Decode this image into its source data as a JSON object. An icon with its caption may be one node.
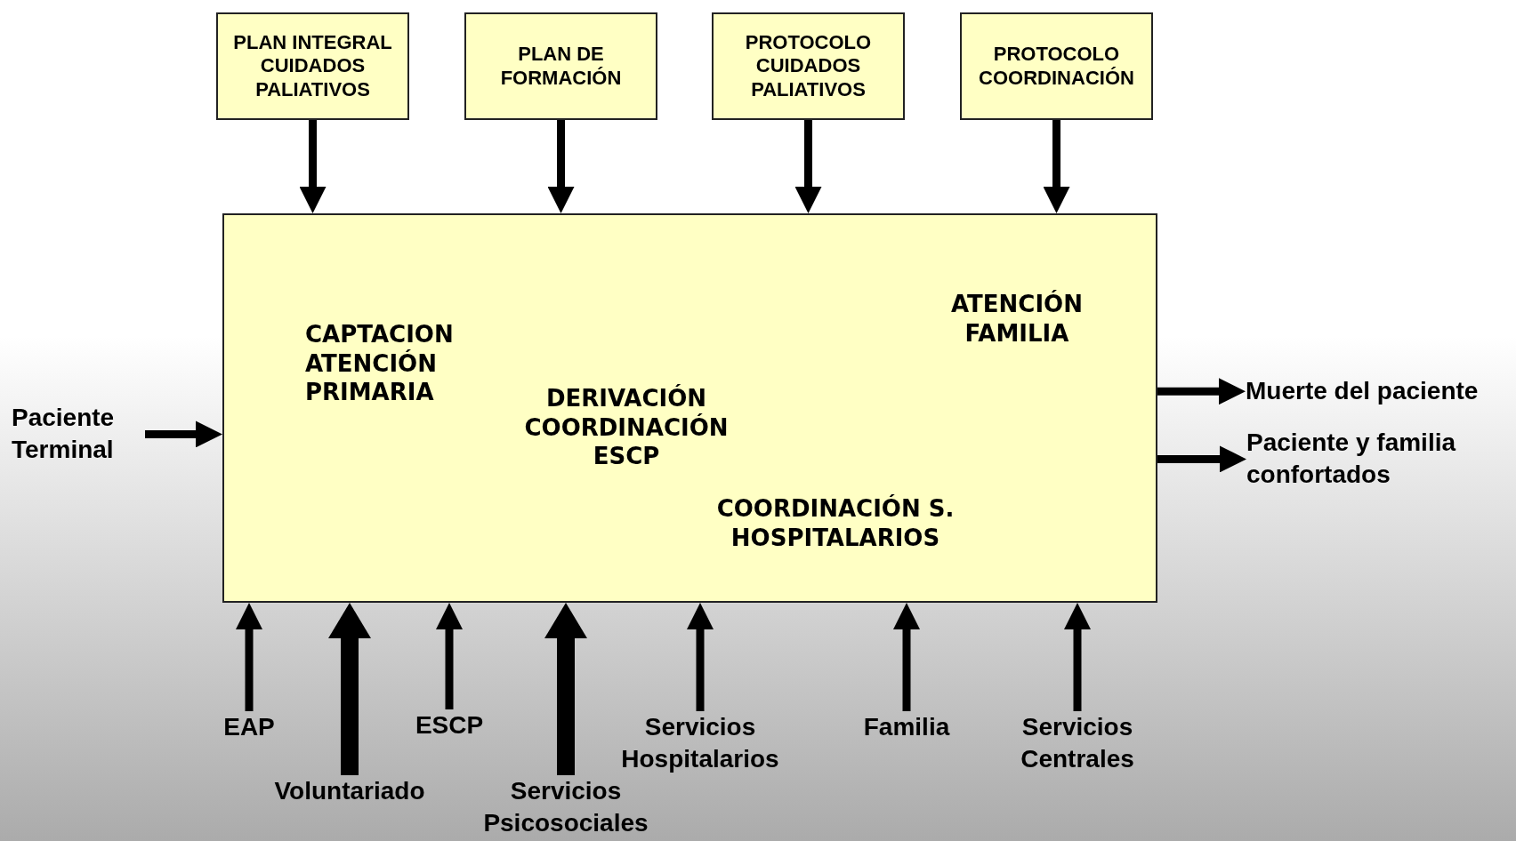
{
  "diagram": {
    "nodes": [
      {
        "text": [
          "PLAN INTEGRAL CUIDADOS PALIATIVOS"
        ]
      },
      {
        "text": [
          "PLAN DE FORMACIÓN"
        ]
      },
      {
        "text": [
          "PROTOCOLO CUIDADOS PALIATIVOS"
        ]
      },
      {
        "text": [
          "PROTOCOLO COORDINACIÓN"
        ]
      },
      {
        "text": [
          "CAPTACION ATENCIÓN PRIMARIA",
          "ATENCIÓN FAMILIA",
          "DERIVACIÓN COORDINACIÓN ESCP",
          "COORDINACIÓN S. HOSPITALARIOS"
        ]
      },
      {
        "text": [
          "Paciente Terminal"
        ]
      },
      {
        "text": [
          "Muerte del paciente"
        ]
      },
      {
        "text": [
          "Paciente y familia confortados"
        ]
      },
      {
        "text": [
          "EAP"
        ]
      },
      {
        "text": [
          "Voluntariado"
        ]
      },
      {
        "text": [
          "ESCP"
        ]
      },
      {
        "text": [
          "Servicios Psicosociales"
        ]
      },
      {
        "text": [
          "Servicios Hospitalarios"
        ]
      },
      {
        "text": [
          "Familia"
        ]
      },
      {
        "text": [
          "Servicios Centrales"
        ]
      }
    ],
    "edges": [
      {
        "from": 0,
        "to": 4,
        "arrow": "to"
      },
      {
        "from": 1,
        "to": 4,
        "arrow": "to"
      },
      {
        "from": 2,
        "to": 4,
        "arrow": "to"
      },
      {
        "from": 3,
        "to": 4,
        "arrow": "to"
      },
      {
        "from": 5,
        "to": 4,
        "arrow": "to"
      },
      {
        "from": 4,
        "to": 6,
        "arrow": "to"
      },
      {
        "from": 4,
        "to": 7,
        "arrow": "to"
      },
      {
        "from": 8,
        "to": 4,
        "arrow": "to"
      },
      {
        "from": 9,
        "to": 4,
        "arrow": "to",
        "style": "thick"
      },
      {
        "from": 10,
        "to": 4,
        "arrow": "to"
      },
      {
        "from": 11,
        "to": 4,
        "arrow": "to",
        "style": "thick"
      },
      {
        "from": 12,
        "to": 4,
        "arrow": "to"
      },
      {
        "from": 13,
        "to": 4,
        "arrow": "to"
      },
      {
        "from": 14,
        "to": 4,
        "arrow": "to"
      }
    ]
  }
}
